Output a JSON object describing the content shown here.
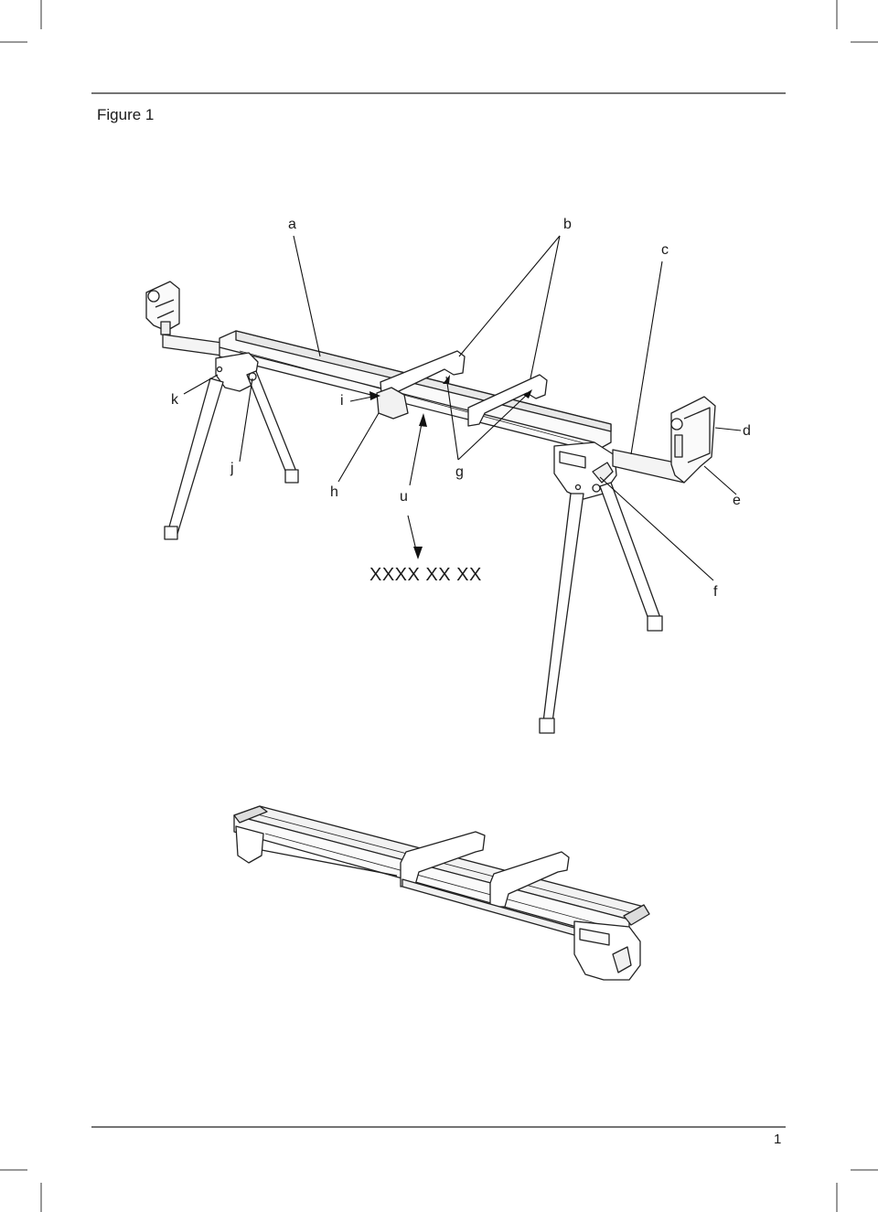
{
  "header": {
    "title": "Figure 1"
  },
  "callouts": {
    "a": "a",
    "b": "b",
    "c": "c",
    "d": "d",
    "e": "e",
    "f": "f",
    "g": "g",
    "h": "h",
    "i": "i",
    "j": "j",
    "k": "k",
    "u": "u"
  },
  "date_code": "XXXX XX XX",
  "footer": {
    "page_number": "1"
  }
}
